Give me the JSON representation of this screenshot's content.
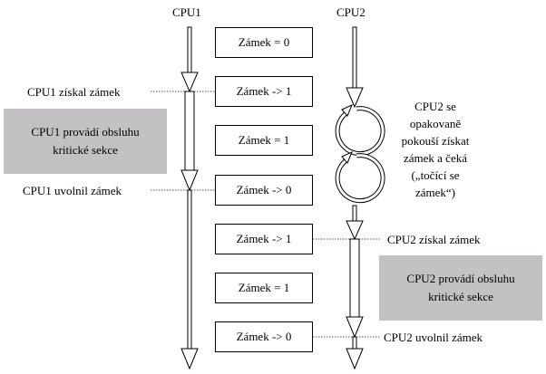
{
  "diagram": {
    "columns": [
      {
        "id": "cpu1",
        "label": "CPU1"
      },
      {
        "id": "cpu2",
        "label": "CPU2"
      }
    ],
    "lock_states": [
      "Zámek = 0",
      "Zámek -> 1",
      "Zámek = 1",
      "Zámek -> 0",
      "Zámek -> 1",
      "Zámek = 1",
      "Zámek -> 0"
    ],
    "events": {
      "cpu1_acquired": "CPU1 získal zámek",
      "cpu1_released": "CPU1 uvolnil zámek",
      "cpu2_acquired": "CPU2 získal zámek",
      "cpu2_released": "CPU2 uvolnil zámek"
    },
    "critical_sections": {
      "cpu1": [
        "CPU1 provádí obsluhu",
        "kritické sekce"
      ],
      "cpu2": [
        "CPU2 provádí obsluhu",
        "kritické sekce"
      ]
    },
    "spin_note": [
      "CPU2 se",
      "opakovaně",
      "pokouší získat",
      "zámek a čeká",
      "(„točící se",
      "zámek“)"
    ],
    "colors": {
      "critical_fill": "#c3c1c4",
      "stroke": "#000000",
      "connector": "#555555"
    }
  }
}
